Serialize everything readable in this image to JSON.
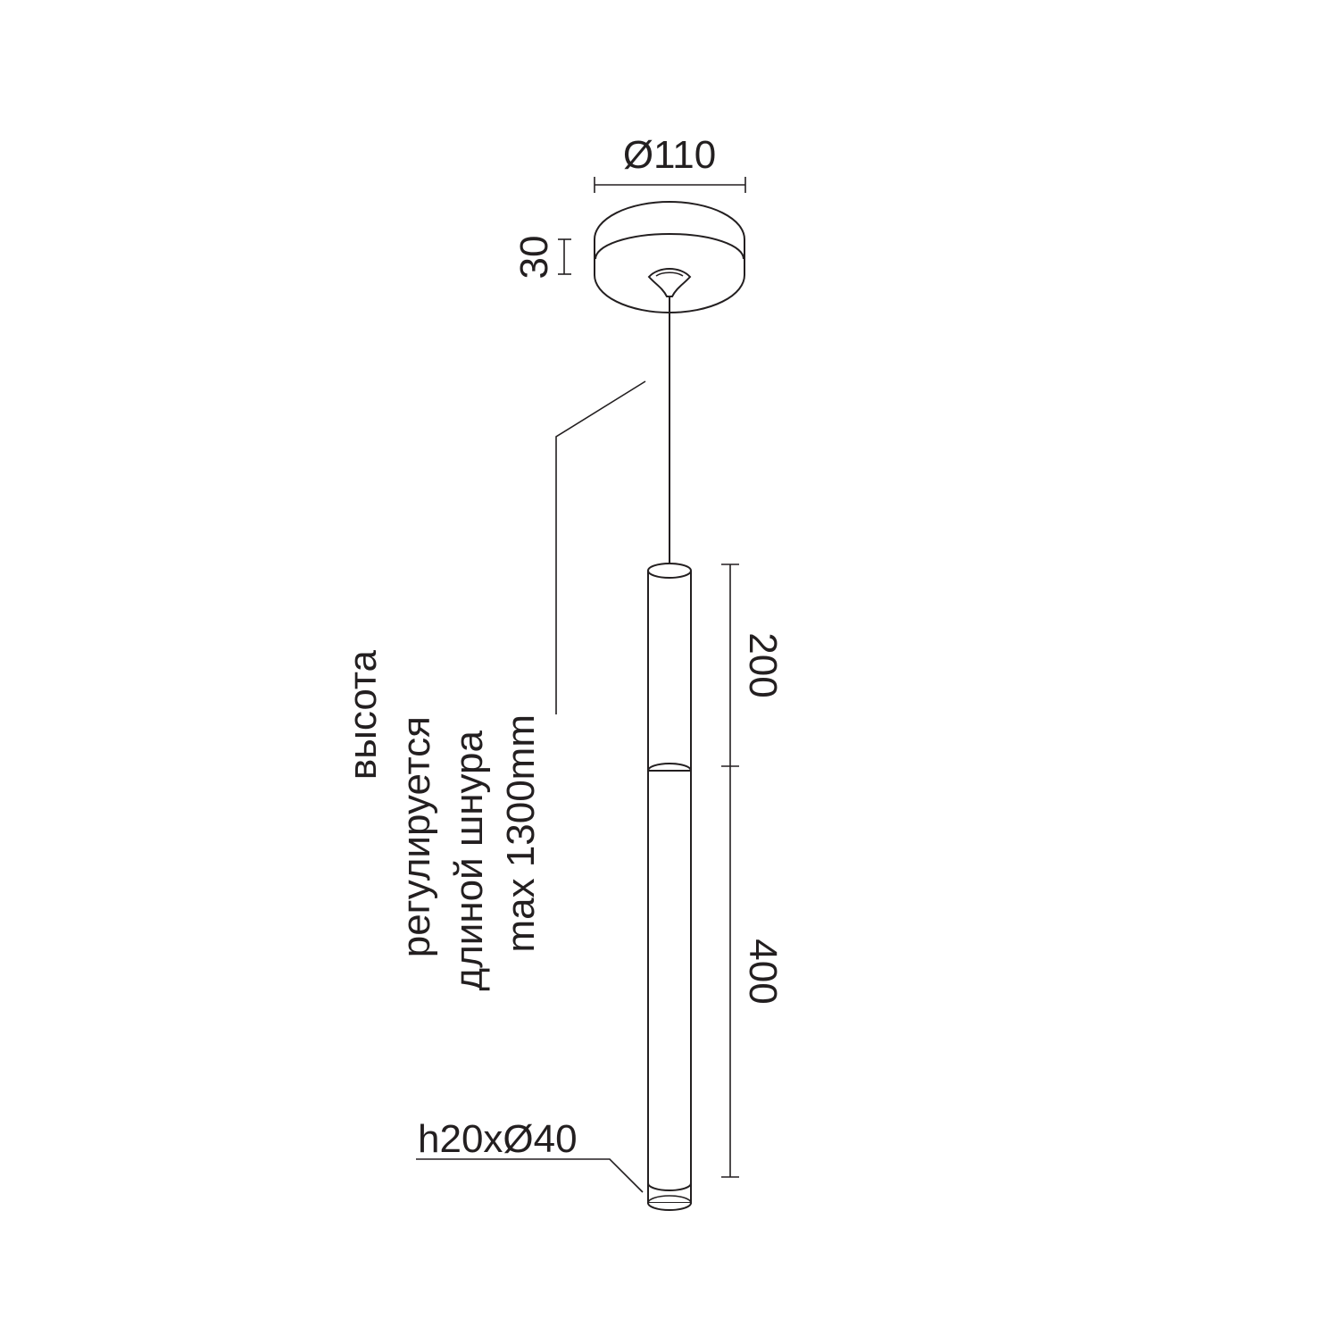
{
  "dimensions": {
    "canopy_diameter": "Ø110",
    "canopy_height": "30",
    "upper_tube_length": "200",
    "lower_tube_length": "400",
    "lens_size": "h20xØ40"
  },
  "note": {
    "lines": [
      "высота",
      "регулируется",
      "длиной шнура",
      "max 1300mm"
    ]
  },
  "colors": {
    "line": "#231f20",
    "background": "#ffffff"
  }
}
